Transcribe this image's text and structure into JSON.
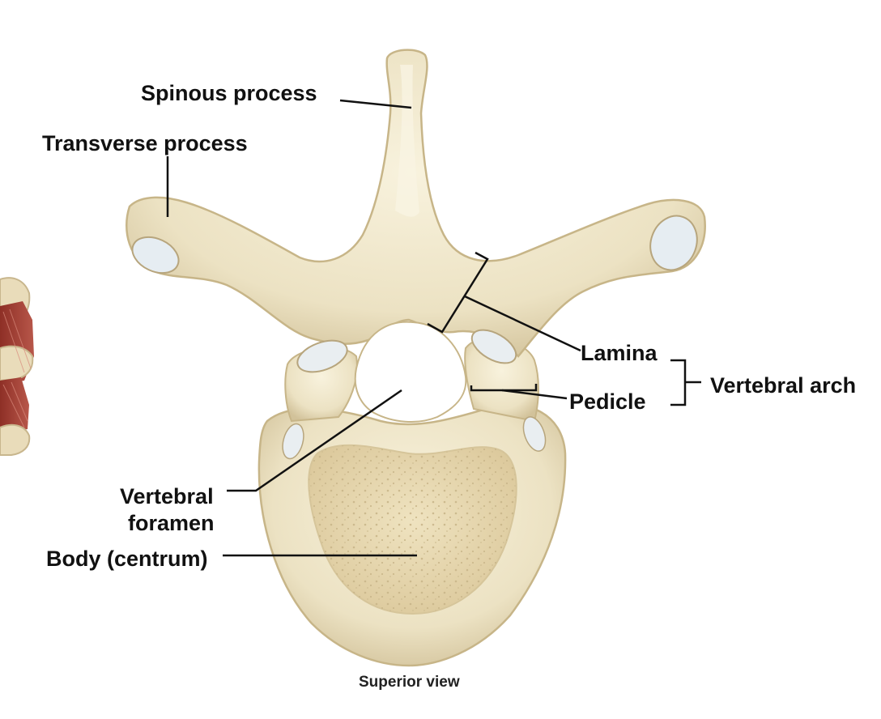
{
  "labels": {
    "spinous_process": "Spinous process",
    "transverse_process": "Transverse process",
    "lamina": "Lamina",
    "pedicle": "Pedicle",
    "vertebral_arch": "Vertebral arch",
    "vertebral_foramen_line1": "Vertebral",
    "vertebral_foramen_line2": "foramen",
    "body": "Body (centrum)"
  },
  "caption": "Superior view",
  "colors": {
    "bone": "#ece2c3",
    "bone_shadow": "#cdbd95",
    "bone_light": "#f8f2dd",
    "cartilage": "#e7eef3",
    "spongy": "#e3d4ad",
    "muscle": "#a9473a",
    "leader": "#111111"
  }
}
